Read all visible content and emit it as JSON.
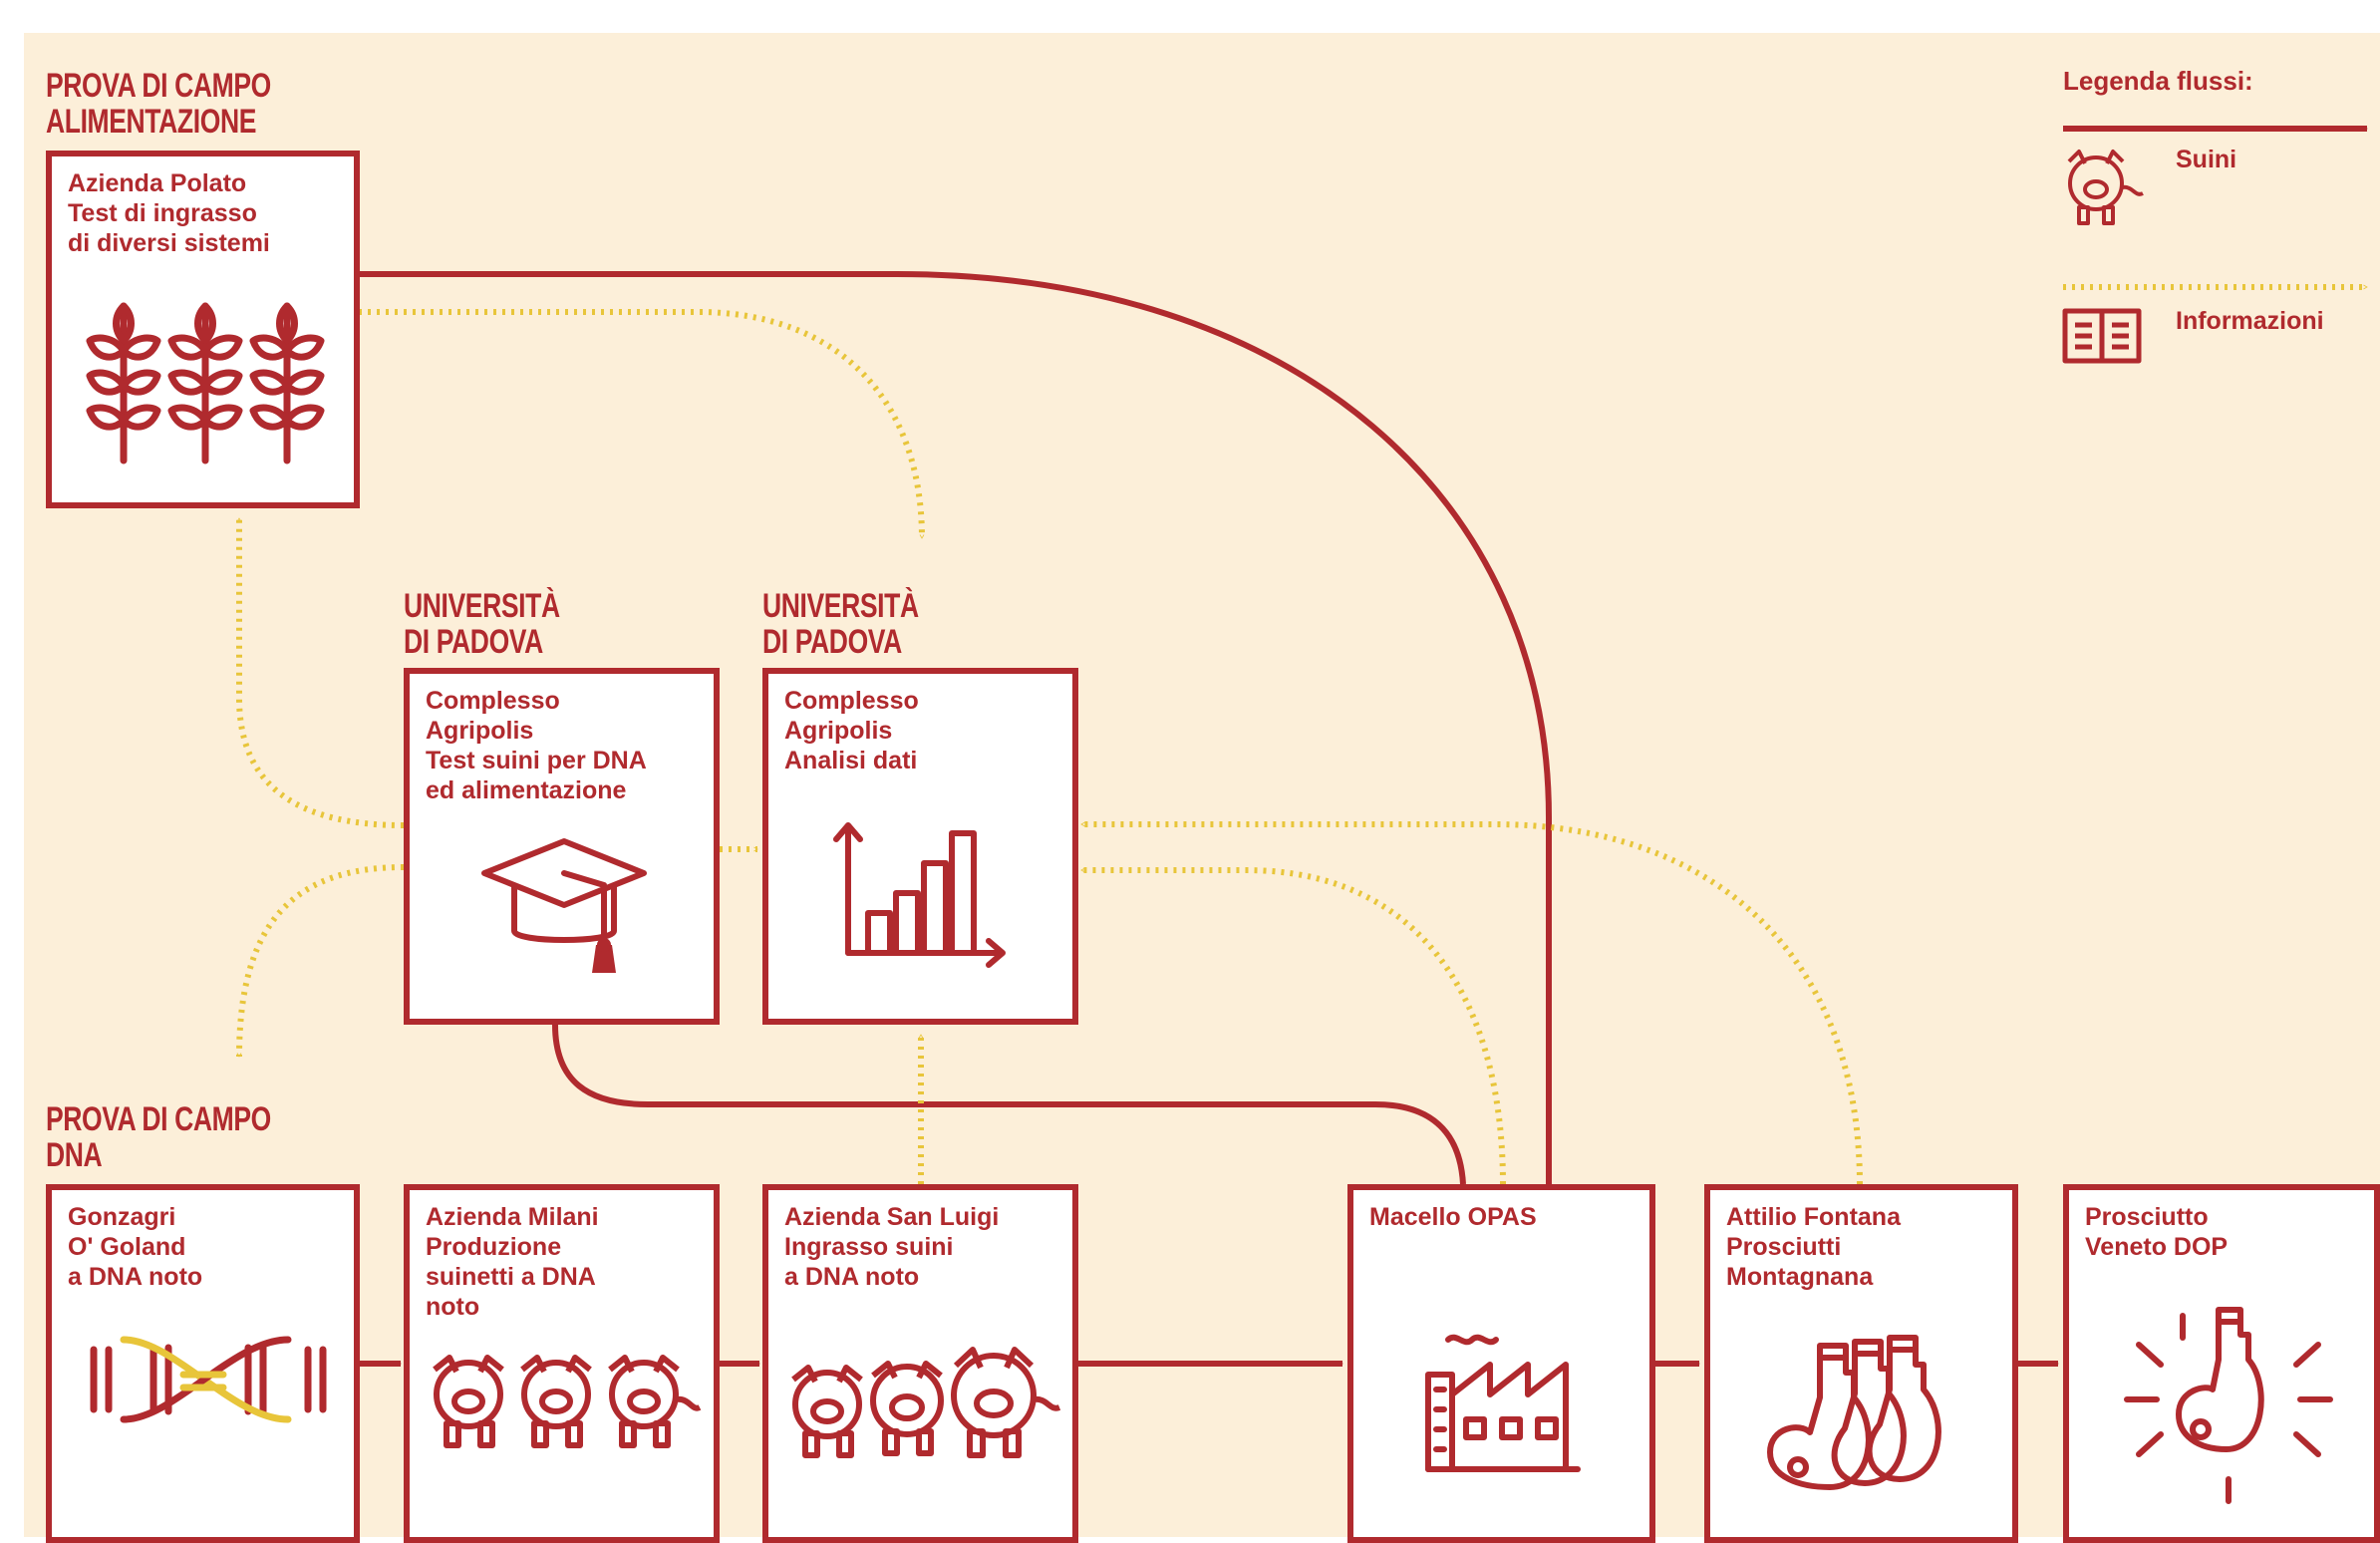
{
  "colors": {
    "red": "#b02a2e",
    "yellow": "#e8c53a",
    "background": "#fcefd9",
    "box_fill": "#ffffff"
  },
  "legend": {
    "title": "Legenda flussi:",
    "items": [
      {
        "label": "Suini",
        "icon": "pig-icon",
        "line": "solid-red-arrow"
      },
      {
        "label": "Informazioni",
        "icon": "book-icon",
        "line": "dotted-yellow-arrow"
      }
    ]
  },
  "section_labels": {
    "prova_alimentazione": [
      "PROVA DI CAMPO",
      "ALIMENTAZIONE"
    ],
    "universita_1": [
      "UNIVERSITÀ",
      "DI PADOVA"
    ],
    "universita_2": [
      "UNIVERSITÀ",
      "DI PADOVA"
    ],
    "prova_dna": [
      "PROVA DI CAMPO",
      "DNA"
    ]
  },
  "nodes": {
    "polato": {
      "lines": [
        "Azienda Polato",
        "Test di ingrasso",
        "di diversi sistemi"
      ],
      "icon": "wheat-icon"
    },
    "agripolis_test": {
      "lines": [
        "Complesso",
        "Agripolis",
        "Test suini per DNA",
        "ed alimentazione"
      ],
      "icon": "graduation-cap-icon"
    },
    "agripolis_analisi": {
      "lines": [
        "Complesso",
        "Agripolis",
        "Analisi dati"
      ],
      "icon": "bar-chart-icon"
    },
    "gonzagri": {
      "lines": [
        "Gonzagri",
        "O' Goland",
        "a DNA noto"
      ],
      "icon": "dna-icon"
    },
    "milani": {
      "lines": [
        "Azienda Milani",
        "Produzione",
        "suinetti a DNA",
        "noto"
      ],
      "icon": "piglets-icon"
    },
    "san_luigi": {
      "lines": [
        "Azienda San Luigi",
        "Ingrasso suini",
        "a DNA noto"
      ],
      "icon": "pigs-icon"
    },
    "macello": {
      "lines": [
        "Macello OPAS"
      ],
      "icon": "factory-icon"
    },
    "fontana": {
      "lines": [
        "Attilio Fontana",
        "Prosciutti",
        "Montagnana"
      ],
      "icon": "hams-icon"
    },
    "prosciutto": {
      "lines": [
        "Prosciutto",
        "Veneto DOP"
      ],
      "icon": "ham-shine-icon"
    }
  }
}
